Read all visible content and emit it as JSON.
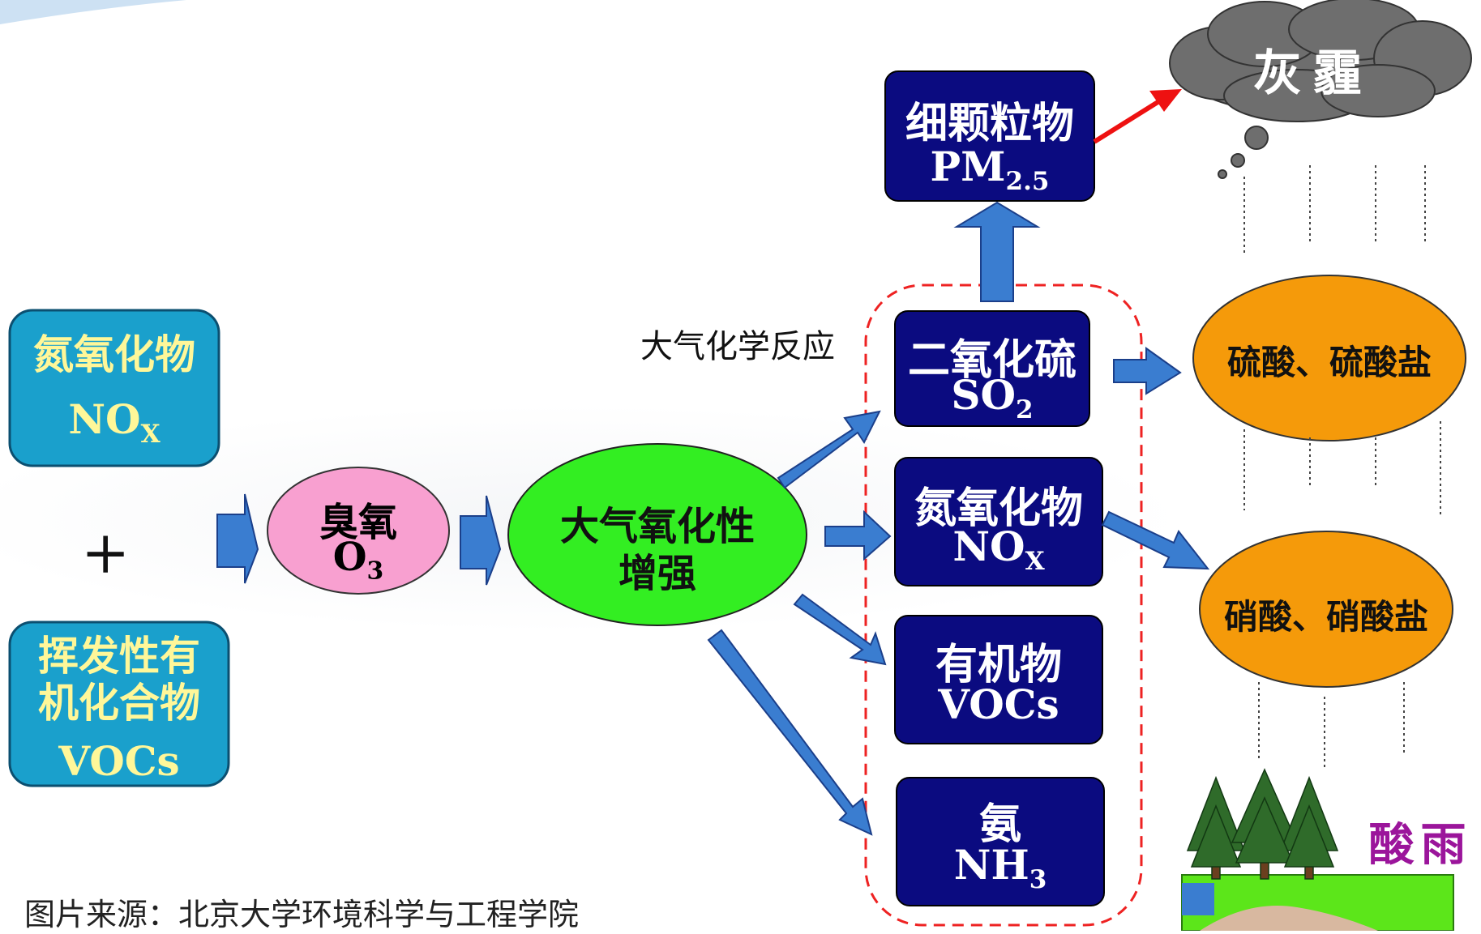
{
  "sources": {
    "nox_label": "氮氧化物",
    "nox_formula": "NO",
    "nox_sub": "X",
    "plus": "+",
    "vocs_line1": "挥发性有",
    "vocs_line2": "机化合物",
    "vocs_formula": "VOCs"
  },
  "ozone": {
    "label": "臭氧",
    "formula": "O",
    "sub": "3"
  },
  "oxidation": {
    "line1": "大气氧化性",
    "line2": "增强"
  },
  "reaction_label": "大气化学反应",
  "products": {
    "pm": {
      "label": "细颗粒物",
      "formula": "PM",
      "sub": "2.5"
    },
    "so2": {
      "label": "二氧化硫",
      "formula": "SO",
      "sub": "2"
    },
    "nox": {
      "label": "氮氧化物",
      "formula": "NO",
      "sub": "X"
    },
    "vocs": {
      "label": "有机物",
      "formula": "VOCs"
    },
    "nh3": {
      "label": "氨",
      "formula": "NH",
      "sub": "3"
    }
  },
  "outcomes": {
    "sulfate": "硫酸、硫酸盐",
    "nitrate": "硝酸、硝酸盐",
    "haze": "灰霾",
    "acid_rain": "酸雨"
  },
  "credit": "图片来源：北京大学环境科学与工程学院",
  "colors": {
    "source_box": "#1aa0cc",
    "source_text": "#fff799",
    "ozone": "#f8a0d0",
    "oxidation": "#33ee22",
    "product_box": "#0b0b80",
    "outcome_ellipse": "#f59a0a",
    "arrow": "#3a7dd0",
    "red_arrow": "#ee1111",
    "dashed": "#ee2222",
    "cloud": "#6e6e6e",
    "acid_rain_text": "#9b159b"
  }
}
